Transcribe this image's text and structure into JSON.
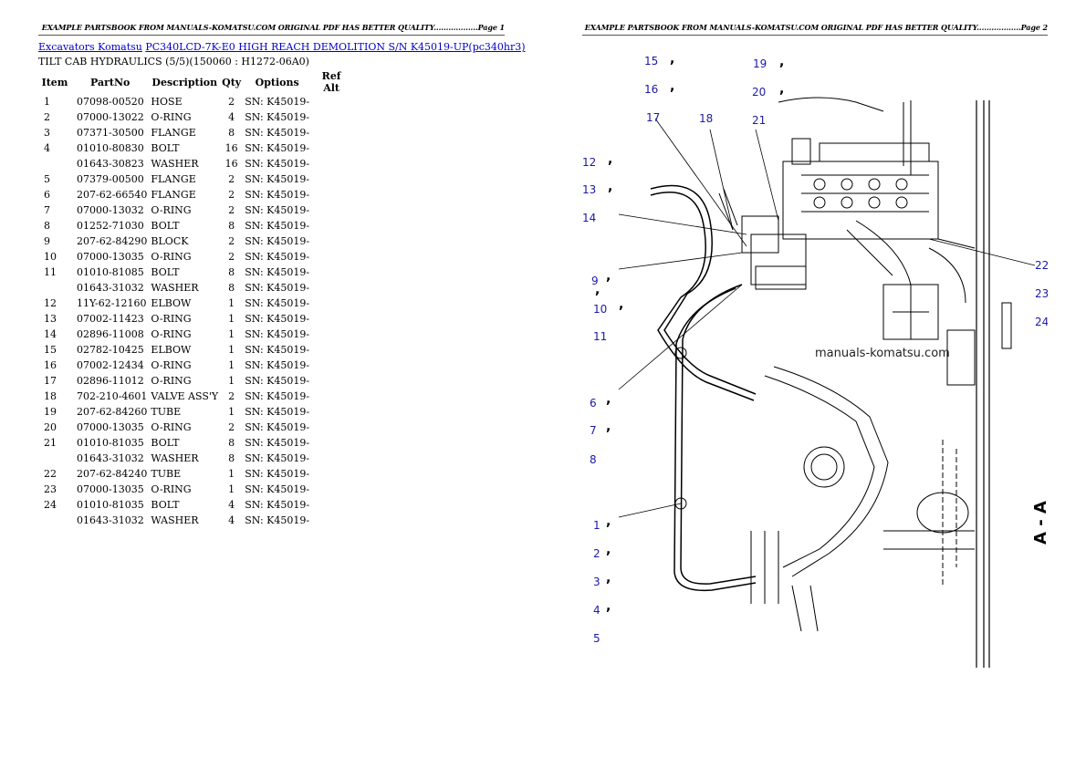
{
  "header": {
    "page1": "EXAMPLE PARTSBOOK FROM MANUALS-KOMATSU.COM ORIGINAL PDF HAS BETTER QUALITY..................Page 1",
    "page2": "EXAMPLE PARTSBOOK FROM MANUALS-KOMATSU.COM ORIGINAL PDF HAS BETTER QUALITY..................Page 2"
  },
  "breadcrumb": {
    "link1": "Excavators Komatsu",
    "link2": "PC340LCD-7K-E0 HIGH REACH DEMOLITION S/N K45019-UP(pc340hr3)"
  },
  "subtitle": "TILT CAB HYDRAULICS (5/5)(150060 : H1272-06A0)",
  "table": {
    "headers": [
      "Item",
      "PartNo",
      "Description",
      "Qty",
      "Options",
      "Ref Alt"
    ],
    "rows": [
      [
        "1",
        "07098-00520",
        "HOSE",
        "2",
        "SN: K45019-",
        ""
      ],
      [
        "2",
        "07000-13022",
        "O-RING",
        "4",
        "SN: K45019-",
        ""
      ],
      [
        "3",
        "07371-30500",
        "FLANGE",
        "8",
        "SN: K45019-",
        ""
      ],
      [
        "4",
        "01010-80830",
        "BOLT",
        "16",
        "SN: K45019-",
        ""
      ],
      [
        "",
        "01643-30823",
        "WASHER",
        "16",
        "SN: K45019-",
        ""
      ],
      [
        "5",
        "07379-00500",
        "FLANGE",
        "2",
        "SN: K45019-",
        ""
      ],
      [
        "6",
        "207-62-66540",
        "FLANGE",
        "2",
        "SN: K45019-",
        ""
      ],
      [
        "7",
        "07000-13032",
        "O-RING",
        "2",
        "SN: K45019-",
        ""
      ],
      [
        "8",
        "01252-71030",
        "BOLT",
        "8",
        "SN: K45019-",
        ""
      ],
      [
        "9",
        "207-62-84290",
        "BLOCK",
        "2",
        "SN: K45019-",
        ""
      ],
      [
        "10",
        "07000-13035",
        "O-RING",
        "2",
        "SN: K45019-",
        ""
      ],
      [
        "11",
        "01010-81085",
        "BOLT",
        "8",
        "SN: K45019-",
        ""
      ],
      [
        "",
        "01643-31032",
        "WASHER",
        "8",
        "SN: K45019-",
        ""
      ],
      [
        "12",
        "11Y-62-12160",
        "ELBOW",
        "1",
        "SN: K45019-",
        ""
      ],
      [
        "13",
        "07002-11423",
        "O-RING",
        "1",
        "SN: K45019-",
        ""
      ],
      [
        "14",
        "02896-11008",
        "O-RING",
        "1",
        "SN: K45019-",
        ""
      ],
      [
        "15",
        "02782-10425",
        "ELBOW",
        "1",
        "SN: K45019-",
        ""
      ],
      [
        "16",
        "07002-12434",
        "O-RING",
        "1",
        "SN: K45019-",
        ""
      ],
      [
        "17",
        "02896-11012",
        "O-RING",
        "1",
        "SN: K45019-",
        ""
      ],
      [
        "18",
        "702-210-4601",
        "VALVE ASS'Y",
        "2",
        "SN: K45019-",
        ""
      ],
      [
        "19",
        "207-62-84260",
        "TUBE",
        "1",
        "SN: K45019-",
        ""
      ],
      [
        "20",
        "07000-13035",
        "O-RING",
        "2",
        "SN: K45019-",
        ""
      ],
      [
        "21",
        "01010-81035",
        "BOLT",
        "8",
        "SN: K45019-",
        ""
      ],
      [
        "",
        "01643-31032",
        "WASHER",
        "8",
        "SN: K45019-",
        ""
      ],
      [
        "22",
        "207-62-84240",
        "TUBE",
        "1",
        "SN: K45019-",
        ""
      ],
      [
        "23",
        "07000-13035",
        "O-RING",
        "1",
        "SN: K45019-",
        ""
      ],
      [
        "24",
        "01010-81035",
        "BOLT",
        "4",
        "SN: K45019-",
        ""
      ],
      [
        "",
        "01643-31032",
        "WASHER",
        "4",
        "SN: K45019-",
        ""
      ]
    ]
  },
  "drawing": {
    "callouts": [
      "15",
      "16",
      "17",
      "18",
      "19",
      "20",
      "21",
      "12",
      "13",
      "14",
      "9",
      "10",
      "11",
      "6",
      "7",
      "8",
      "1",
      "2",
      "3",
      "4",
      "5",
      "22",
      "23",
      "24"
    ],
    "watermark": "manuals-komatsu.com",
    "section_label": "A - A",
    "callout_color": "#1a1aa8"
  }
}
